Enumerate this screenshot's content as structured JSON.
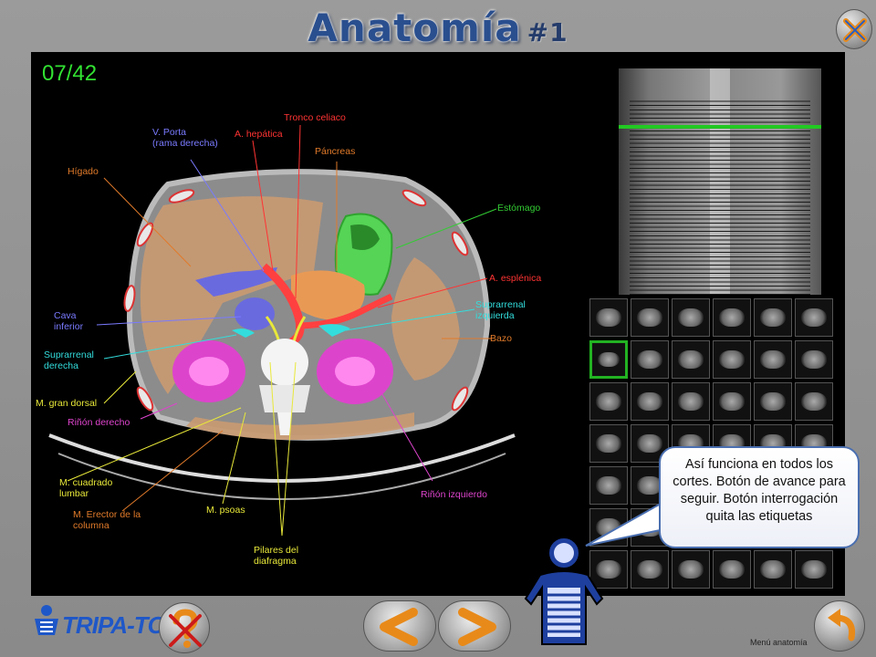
{
  "header": {
    "title": "Anatomía",
    "number": "#1"
  },
  "slice_counter": "07/42",
  "labels": {
    "tronco_celiaco": "Tronco celiaco",
    "v_porta": "V. Porta\n(rama derecha)",
    "a_hepatica": "A. hepática",
    "pancreas": "Páncreas",
    "higado": "Hígado",
    "estomago": "Estómago",
    "a_esplenica": "A. esplénica",
    "suprarrenal_izquierda": "Suprarrenal\nizquierda",
    "cava_inferior": "Cava\ninferior",
    "bazo": "Bazo",
    "suprarrenal_derecha": "Suprarrenal\nderecha",
    "m_gran_dorsal": "M. gran dorsal",
    "rinon_derecho": "Riñón derecho",
    "m_cuadrado_lumbar": "M. cuadrado\nlumbar",
    "rinon_izquierdo": "Riñón izquierdo",
    "m_psoas": "M. psoas",
    "m_erector": "M. Erector de la\ncolumna",
    "pilares": "Pilares del\ndiafragma"
  },
  "colors": {
    "orange": "#e07a2a",
    "red": "#ff3333",
    "blue": "#7a7aff",
    "green": "#33cc33",
    "cyan": "#33dddd",
    "yellow": "#e8e83a",
    "magenta": "#e040c0",
    "counter": "#32e232"
  },
  "thumbnails": {
    "rows": 7,
    "cols": 6,
    "active_index": 6
  },
  "bubble_text": "Así funciona en todos los cortes. Botón de avance para seguir. Botón interrogación quita las etiquetas",
  "logo": {
    "text": "TRIPA",
    "tc": "-TC"
  },
  "footer": {
    "menu_label": "Menú anatomía"
  },
  "icons": {
    "close": "close-x-icon",
    "labels_toggle": "question-mark-icon",
    "prev": "arrow-left-icon",
    "next": "arrow-right-icon",
    "menu": "return-arrow-icon"
  }
}
